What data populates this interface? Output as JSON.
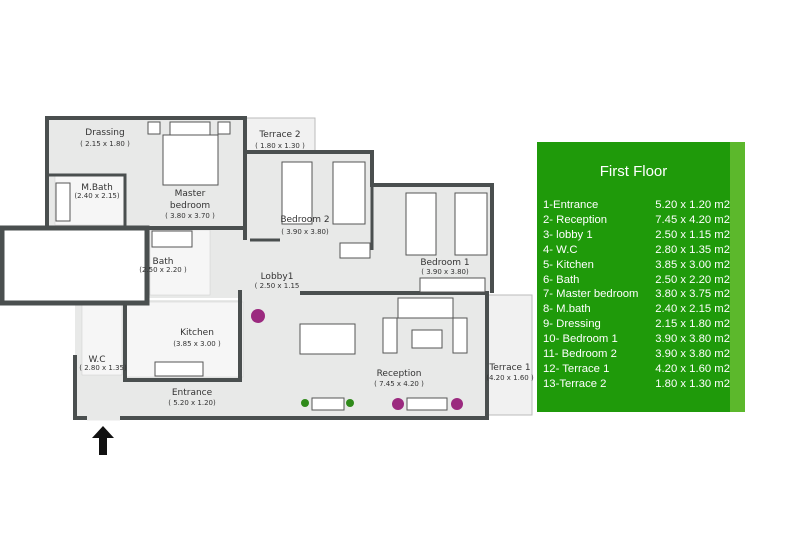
{
  "rooms": {
    "dressing": {
      "name": "Drassing",
      "size": "( 2.15 x 1.80 )"
    },
    "mbath": {
      "name": "M.Bath",
      "size": "(2.40 x 2.15)"
    },
    "master": {
      "name1": "Master",
      "name2": "bedroom",
      "size": "( 3.80 x 3.70 )"
    },
    "terrace2": {
      "name": "Terrace 2",
      "size": "( 1.80 x 1.30 )"
    },
    "bedroom2": {
      "name": "Bedroom 2",
      "size": "( 3.90 x 3.80)"
    },
    "bedroom1": {
      "name": "Bedroom 1",
      "size": "( 3.90 x 3.80)"
    },
    "bath": {
      "name": "Bath",
      "size": "(2.50 x 2.20 )"
    },
    "lobby": {
      "name": "Lobby1",
      "size": "( 2.50 x 1.15"
    },
    "kitchen": {
      "name": "Kitchen",
      "size": "(3.85 x 3.00 )"
    },
    "wc": {
      "name": "W.C",
      "size": "( 2.80 x 1.35)"
    },
    "entrance": {
      "name": "Entrance",
      "size": "( 5.20 x 1.20)"
    },
    "reception": {
      "name": "Reception",
      "size": "( 7.45 x 4.20 )"
    },
    "terrace1": {
      "name": "Terrace 1",
      "size": "(4.20 x 1.60 )"
    }
  },
  "entry_arrow_icon": "arrow-up-icon",
  "colors": {
    "panel": "#1f9a0a",
    "panel_strip": "#5cb82c",
    "wall": "#4a4f4f",
    "floor": "#e8e9e8"
  },
  "legend": {
    "title": "First Floor",
    "rows": [
      {
        "name": "1-Entrance",
        "area": "5.20 x 1.20 m2"
      },
      {
        "name": "2- Reception",
        "area": "7.45 x 4.20 m2"
      },
      {
        "name": "3- lobby 1",
        "area": "2.50 x 1.15 m2"
      },
      {
        "name": "4- W.C",
        "area": "2.80 x 1.35 m2"
      },
      {
        "name": "5- Kitchen",
        "area": "3.85 x 3.00 m2"
      },
      {
        "name": "6- Bath",
        "area": "2.50 x 2.20 m2"
      },
      {
        "name": "7- Master bedroom",
        "area": "3.80 x 3.75 m2"
      },
      {
        "name": "8- M.bath",
        "area": "2.40 x 2.15 m2"
      },
      {
        "name": "9- Dressing",
        "area": "2.15 x 1.80 m2"
      },
      {
        "name": "10- Bedroom 1",
        "area": "3.90 x 3.80 m2"
      },
      {
        "name": "11- Bedroom 2",
        "area": "3.90 x 3.80 m2"
      },
      {
        "name": "12- Terrace 1",
        "area": "4.20 x 1.60 m2"
      },
      {
        "name": "13-Terrace 2",
        "area": "1.80 x 1.30 m2"
      }
    ]
  }
}
